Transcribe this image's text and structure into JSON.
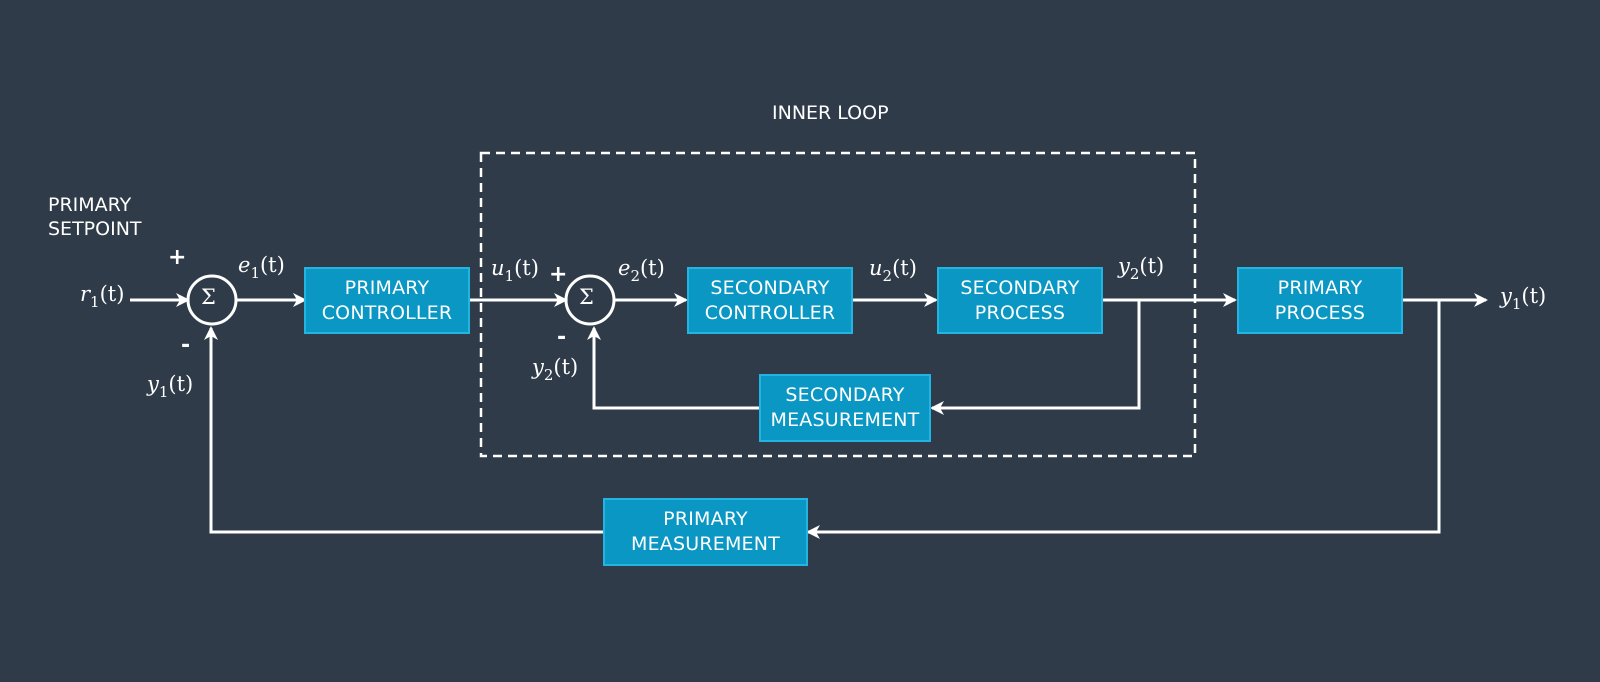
{
  "diagram": {
    "type": "cascade-control-block-diagram",
    "inner_loop_label": "INNER LOOP",
    "setpoint_label": [
      "PRIMARY",
      "SETPOINT"
    ],
    "blocks": {
      "primary_controller": [
        "PRIMARY",
        "CONTROLLER"
      ],
      "secondary_controller": [
        "SECONDARY",
        "CONTROLLER"
      ],
      "secondary_process": [
        "SECONDARY",
        "PROCESS"
      ],
      "primary_process": [
        "PRIMARY",
        "PROCESS"
      ],
      "secondary_measurement": [
        "SECONDARY",
        "MEASUREMENT"
      ],
      "primary_measurement": [
        "PRIMARY",
        "MEASUREMENT"
      ]
    },
    "signals": {
      "r1": {
        "sym": "r",
        "sub": "1",
        "arg": "(t)"
      },
      "e1": {
        "sym": "e",
        "sub": "1",
        "arg": "(t)"
      },
      "u1": {
        "sym": "u",
        "sub": "1",
        "arg": "(t)"
      },
      "e2": {
        "sym": "e",
        "sub": "2",
        "arg": "(t)"
      },
      "u2": {
        "sym": "u",
        "sub": "2",
        "arg": "(t)"
      },
      "y2_out": {
        "sym": "y",
        "sub": "2",
        "arg": "(t)"
      },
      "y2_fb": {
        "sym": "y",
        "sub": "2",
        "arg": "(t)"
      },
      "y1_out": {
        "sym": "y",
        "sub": "1",
        "arg": "(t)"
      },
      "y1_fb": {
        "sym": "y",
        "sub": "1",
        "arg": "(t)"
      }
    },
    "summing_junction_symbol": "Σ",
    "signs": {
      "plus": "+",
      "minus": "-"
    },
    "colors": {
      "background": "#2f3b49",
      "block_fill": "#0b97c4",
      "block_border": "#22b5e3",
      "line": "#ffffff"
    }
  }
}
